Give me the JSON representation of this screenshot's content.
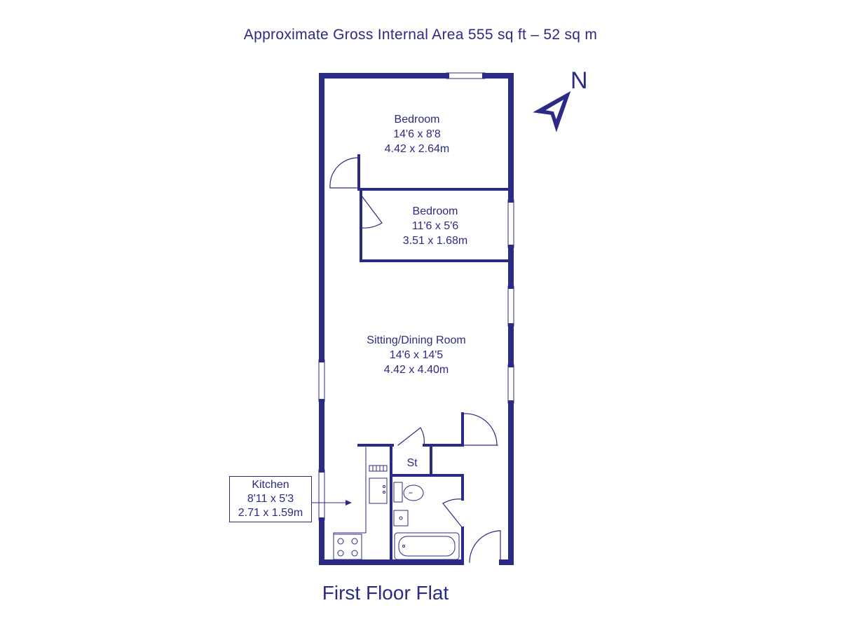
{
  "header": {
    "title": "Approximate Gross Internal Area 555 sq ft – 52 sq m"
  },
  "compass": {
    "label": "N"
  },
  "rooms": {
    "bedroom1": {
      "name": "Bedroom",
      "imperial": "14'6 x 8'8",
      "metric": "4.42 x 2.64m"
    },
    "bedroom2": {
      "name": "Bedroom",
      "imperial": "11'6 x 5'6",
      "metric": "3.51 x 1.68m"
    },
    "sitting": {
      "name": "Sitting/Dining Room",
      "imperial": "14'6 x 14'5",
      "metric": "4.42 x 4.40m"
    },
    "storage": {
      "name": "St"
    },
    "kitchen": {
      "name": "Kitchen",
      "imperial": "8'11 x 5'3",
      "metric": "2.71 x 1.59m"
    }
  },
  "footer": {
    "floor_label": "First Floor Flat"
  },
  "colors": {
    "ink": "#2b2a86",
    "background": "#ffffff"
  }
}
